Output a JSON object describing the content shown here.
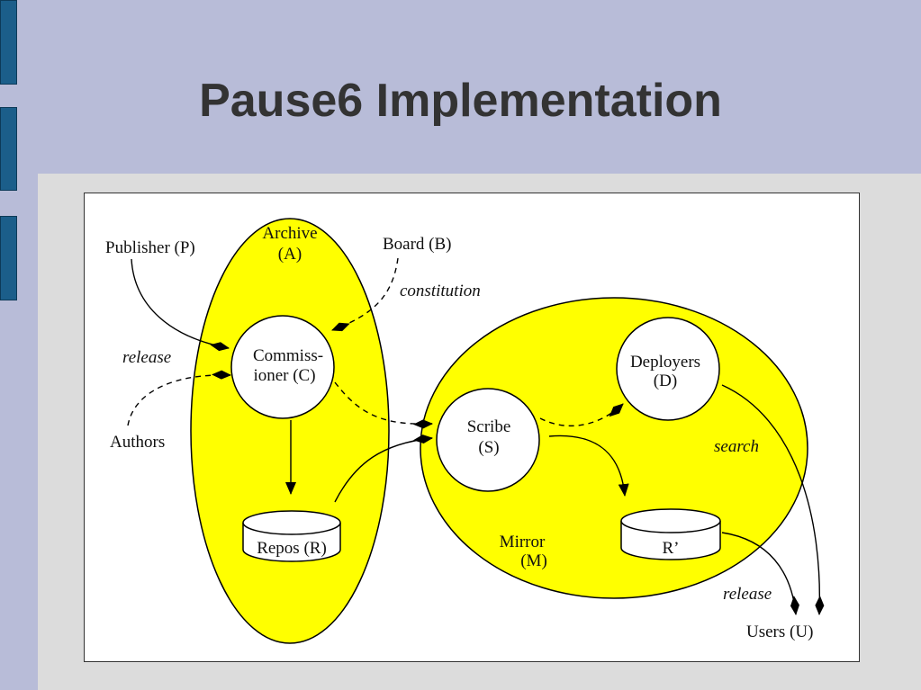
{
  "slide": {
    "title": "Pause6 Implementation"
  },
  "diagram": {
    "regions": {
      "archive": [
        "Archive",
        "(A)"
      ],
      "mirror": [
        "Mirror",
        "(M)"
      ]
    },
    "nodes": {
      "commissioner": [
        "Commiss-",
        "ioner (C)"
      ],
      "scribe": [
        "Scribe",
        "(S)"
      ],
      "deployers": [
        "Deployers",
        "(D)"
      ],
      "repos": "Repos (R)",
      "r_prime": "R’"
    },
    "actors": {
      "publisher": "Publisher (P)",
      "board": "Board (B)",
      "authors": "Authors",
      "users": "Users (U)"
    },
    "edge_labels": {
      "constitution": "constitution",
      "release_left": "release",
      "search": "search",
      "release_right": "release"
    },
    "colors": {
      "region_fill": "#ffff00",
      "node_fill": "#ffffff",
      "stroke": "#000000"
    }
  }
}
